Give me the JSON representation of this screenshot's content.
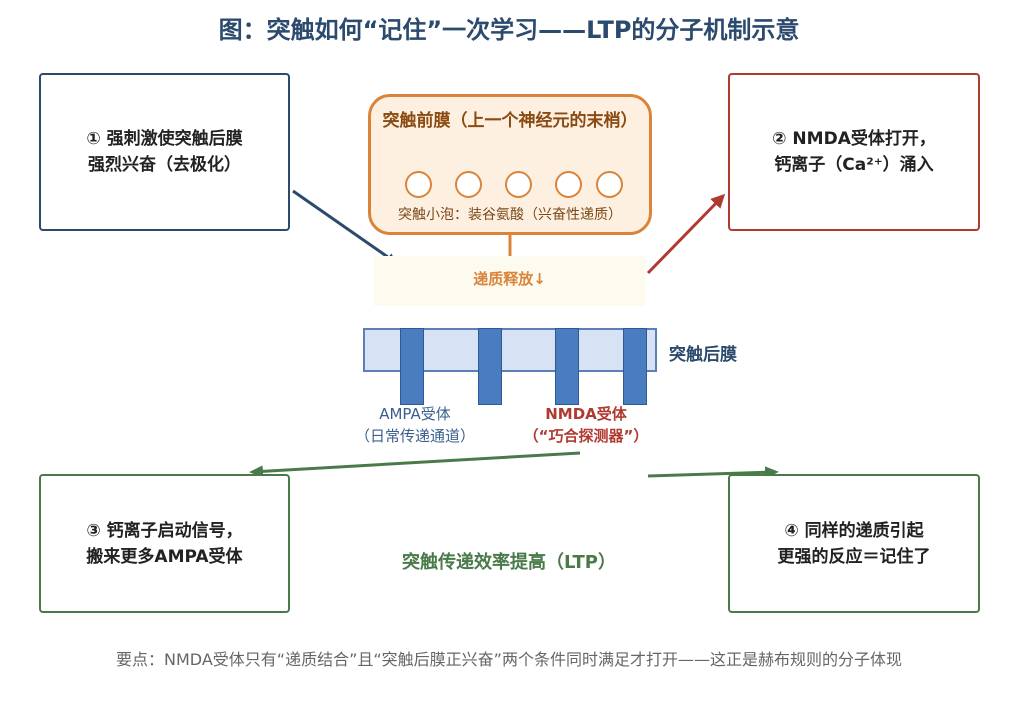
{
  "title": "图：突触如何“记住”一次学习——LTP的分子机制示意",
  "steps": {
    "step1": [
      "① 强刺激使突触后膜",
      "强烈兴奋（去极化）"
    ],
    "step2": [
      "② NMDA受体打开，",
      "钙离子（Ca²⁺）涌入"
    ],
    "step3": [
      "③ 钙离子启动信号，",
      "搬来更多AMPA受体"
    ],
    "step4": [
      "④ 同样的递质引起",
      "更强的反应＝记住了"
    ]
  },
  "presynaptic": {
    "label": "突触前膜（上一个神经元的末梢）",
    "vesicle_label": "突触小泡：装谷氨酸（兴奋性递质）"
  },
  "release_label": "递质释放↓",
  "postsynaptic": {
    "label": "突触后膜",
    "ampa": [
      "AMPA受体",
      "（日常传递通道）"
    ],
    "nmda": [
      "NMDA受体",
      "（“巧合探测器”）"
    ]
  },
  "result_label": "突触传递效率提高（LTP）",
  "footnote": "要点：NMDA受体只有“递质结合”且“突触后膜正兴奋”两个条件同时满足才打开——这正是赫布规则的分子体现",
  "colors": {
    "title": "#2b4a6e",
    "presynaptic": "#d9843a",
    "postsynaptic": "#4a7cc0",
    "nmda": "#b03a30",
    "result": "#4a7a4a"
  },
  "icons": {
    "vesicles": [
      "vesicle-circle",
      "vesicle-circle",
      "vesicle-circle",
      "vesicle-circle",
      "vesicle-circle"
    ],
    "receptors": [
      "ampa-receptor",
      "ampa-receptor",
      "nmda-receptor",
      "nmda-receptor"
    ]
  }
}
